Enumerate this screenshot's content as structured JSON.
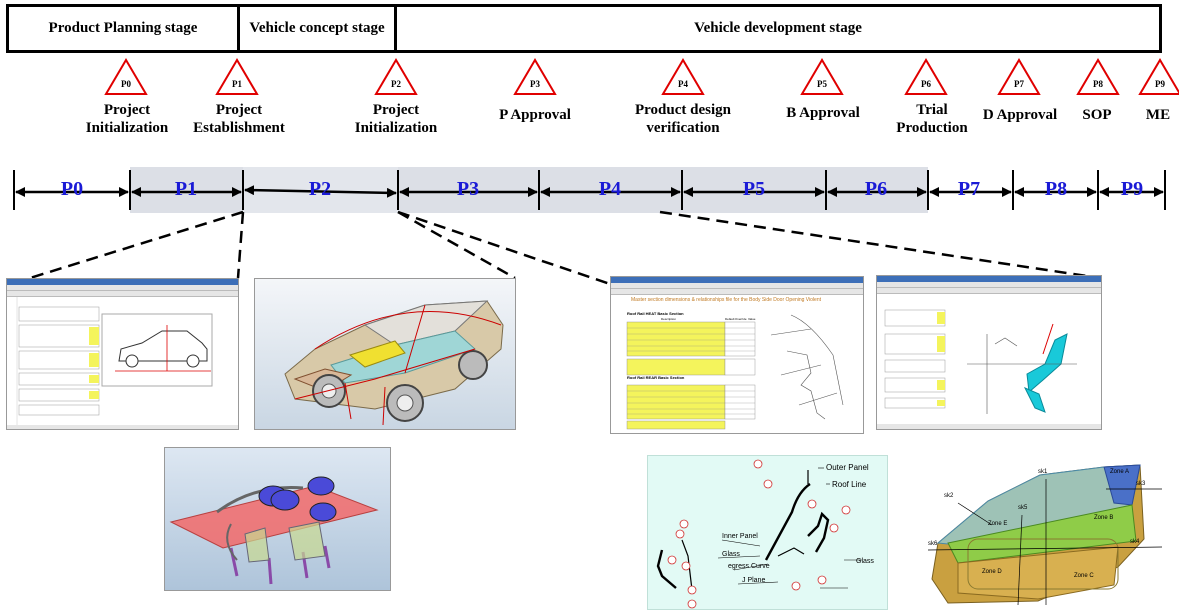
{
  "stages": [
    {
      "label": "Product Planning stage"
    },
    {
      "label": "Vehicle concept stage"
    },
    {
      "label": "Vehicle development stage"
    }
  ],
  "milestones": [
    {
      "code": "P0",
      "label": "Project Initialization"
    },
    {
      "code": "P1",
      "label": "Project Establishment"
    },
    {
      "code": "P2",
      "label": "Project Initialization"
    },
    {
      "code": "P3",
      "label": "P Approval"
    },
    {
      "code": "P4",
      "label": "Product design verification"
    },
    {
      "code": "P5",
      "label": "B Approval"
    },
    {
      "code": "P6",
      "label": "Trial Production"
    },
    {
      "code": "P7",
      "label": "D Approval"
    },
    {
      "code": "P8",
      "label": "SOP"
    },
    {
      "code": "P9",
      "label": "ME"
    }
  ],
  "phases": [
    "P0",
    "P1",
    "P2",
    "P3",
    "P4",
    "P5",
    "P6",
    "P7",
    "P8",
    "P9"
  ],
  "colors": {
    "milestone_triangle": "#e00000",
    "phase_label": "#1a1ad6",
    "band": "#dcdfe6",
    "spreadsheet_highlight": "#f4f45c"
  },
  "section_drawing": {
    "title": "Master section dimensions & relationships file for the Body Side Door Opening Violent",
    "table_heading_1": "Roof Rail HEAT Basic Section",
    "table_heading_2": "Roof Rail REAR Basic Section",
    "col_description": "Description",
    "col_default": "Default",
    "col_override": "Override",
    "col_value": "Value"
  },
  "profile_drawing": {
    "outer_panel": "Outer Panel",
    "roof_line": "Roof Line",
    "inner_panel": "Inner Panel",
    "glass_left": "Glass",
    "egress_curve": "egress Curve",
    "j_plane": "J Plane",
    "glass_right": "Glass"
  },
  "door_drawing": {
    "sk1": "sk1",
    "sk2": "sk2",
    "sk3": "sk3",
    "sk4": "sk4",
    "sk5": "sk5",
    "sk6": "sk6",
    "zone_a": "Zone A",
    "zone_b": "Zone B",
    "zone_c": "Zone C",
    "zone_d": "Zone D",
    "zone_e": "Zone E"
  }
}
